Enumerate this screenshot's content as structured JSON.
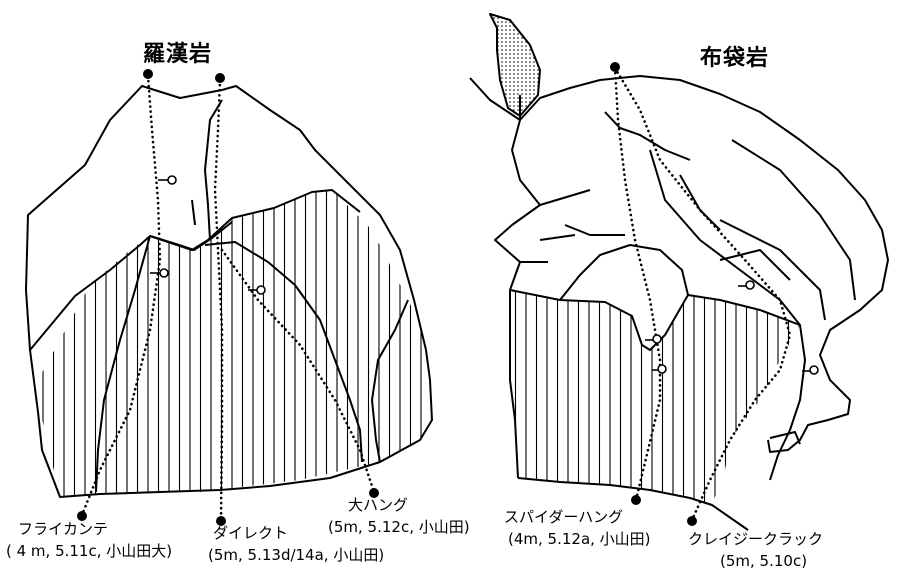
{
  "rocks": [
    {
      "title": "羅漢岩",
      "routes": [
        {
          "name": "フライカンテ",
          "info": "( 4 m, 5.11c, 小山田大)"
        },
        {
          "name": "ダイレクト",
          "info": "(5m, 5.13d/14a, 小山田)"
        },
        {
          "name": "大ハング",
          "info": "(5m, 5.12c, 小山田)"
        }
      ]
    },
    {
      "title": "布袋岩",
      "routes": [
        {
          "name": "スパイダーハング",
          "info": "(4m, 5.12a, 小山田)"
        },
        {
          "name": "クレイジークラック",
          "info": "(5m, 5.10c)"
        }
      ]
    }
  ],
  "colors": {
    "ink": "#000000",
    "paper": "#ffffff"
  }
}
